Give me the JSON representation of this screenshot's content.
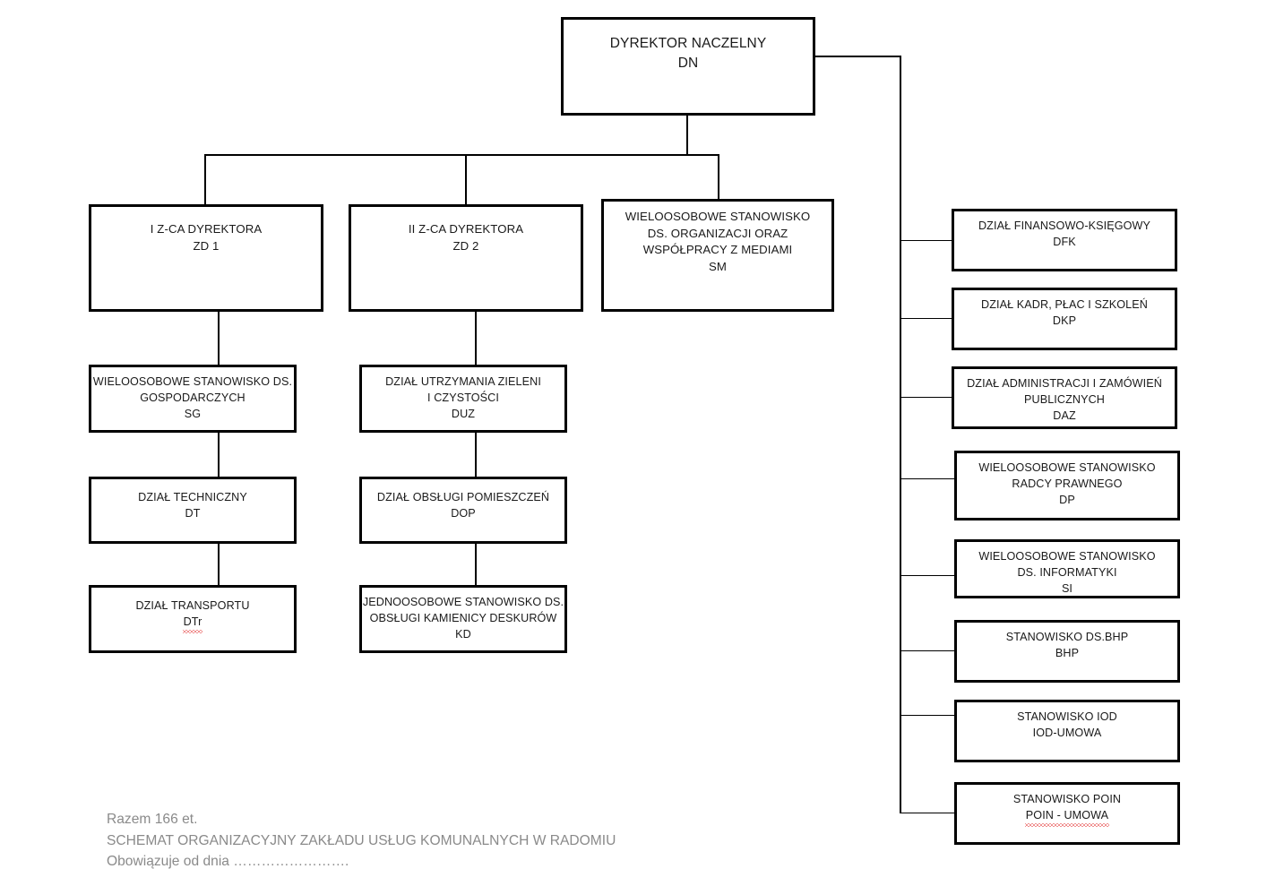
{
  "document": {
    "type": "organizational-chart",
    "language": "pl"
  },
  "nodes": {
    "dn": {
      "code": "DN",
      "lines": [
        "DYREKTOR NACZELNY",
        "DN"
      ]
    },
    "zd1": {
      "code": "ZD 1",
      "lines": [
        "I Z-CA DYREKTORA",
        "ZD 1"
      ]
    },
    "zd2": {
      "code": "ZD 2",
      "lines": [
        "II Z-CA DYREKTORA",
        "ZD 2"
      ]
    },
    "sm": {
      "code": "SM",
      "lines": [
        "WIELOOSOBOWE STANOWISKO",
        "DS. ORGANIZACJI ORAZ",
        "WSPÓŁPRACY  Z MEDIAMI",
        "SM"
      ]
    },
    "sg": {
      "code": "SG",
      "lines": [
        "WIELOOSOBOWE STANOWISKO DS.",
        "GOSPODARCZYCH",
        "SG"
      ]
    },
    "dt": {
      "code": "DT",
      "lines": [
        "DZIAŁ TECHNICZNY",
        "DT"
      ]
    },
    "dtr": {
      "code": "DTr",
      "lines": [
        "DZIAŁ TRANSPORTU",
        "DTr"
      ],
      "misspelled_line": "DTr"
    },
    "duz": {
      "code": "DUZ",
      "lines": [
        "DZIAŁ UTRZYMANIA ZIELENI",
        "I CZYSTOŚCI",
        "DUZ"
      ]
    },
    "dop": {
      "code": "DOP",
      "lines": [
        "DZIAŁ OBSŁUGI POMIESZCZEŃ",
        "DOP"
      ]
    },
    "kd": {
      "code": "KD",
      "lines": [
        "JEDNOOSOBOWE STANOWISKO DS.",
        "OBSŁUGI KAMIENICY DESKURÓW",
        "KD"
      ]
    },
    "dfk": {
      "code": "DFK",
      "lines": [
        "DZIAŁ FINANSOWO-KSIĘGOWY",
        "DFK"
      ]
    },
    "dkp": {
      "code": "DKP",
      "lines": [
        "DZIAŁ KADR, PŁAC I SZKOLEŃ",
        "DKP"
      ]
    },
    "daz": {
      "code": "DAZ",
      "lines": [
        "DZIAŁ ADMINISTRACJI I ZAMÓWIEŃ",
        "PUBLICZNYCH",
        "DAZ"
      ]
    },
    "dp": {
      "code": "DP",
      "lines": [
        "WIELOOSOBOWE STANOWISKO",
        "RADCY PRAWNEGO",
        "DP"
      ]
    },
    "si": {
      "code": "SI",
      "lines": [
        "WIELOOSOBOWE STANOWISKO",
        "DS. INFORMATYKI",
        "SI"
      ]
    },
    "bhp": {
      "code": "BHP",
      "lines": [
        "STANOWISKO DS.BHP",
        "BHP"
      ]
    },
    "iod": {
      "code": "IOD",
      "lines": [
        "STANOWISKO IOD",
        "IOD-UMOWA"
      ]
    },
    "poin": {
      "code": "POIN",
      "lines": [
        "STANOWISKO POIN",
        "POIN - UMOWA"
      ],
      "misspelled_word": "POIN"
    }
  },
  "caption": {
    "line1": "Razem 166 et.",
    "line2": "SCHEMAT ORGANIZACYJNY ZAKŁADU USŁUG KOMUNALNYCH W RADOMIU",
    "line3": "Obowiązuje od dnia ……………………."
  },
  "colors": {
    "box_border": "#000000",
    "box_fill": "#ffffff",
    "text": "#1a1a1a",
    "caption_text": "#8a8a8a",
    "connector": "#000000",
    "spellcheck_underline": "#e02020",
    "page_background": "#ffffff"
  }
}
